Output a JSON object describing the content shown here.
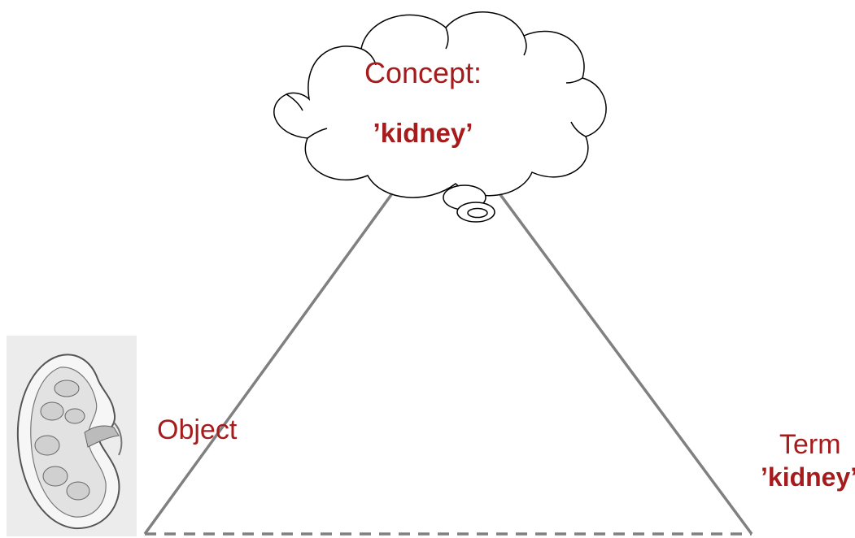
{
  "concept": {
    "title": "Concept:",
    "term": "’kidney’"
  },
  "object": {
    "label": "Object",
    "image_icon": "kidney-illustration"
  },
  "term": {
    "title": "Term",
    "value": "’kidney’"
  },
  "colors": {
    "label_text": "#a61c1c",
    "lines": "#808080",
    "cloud_stroke": "#000000"
  }
}
